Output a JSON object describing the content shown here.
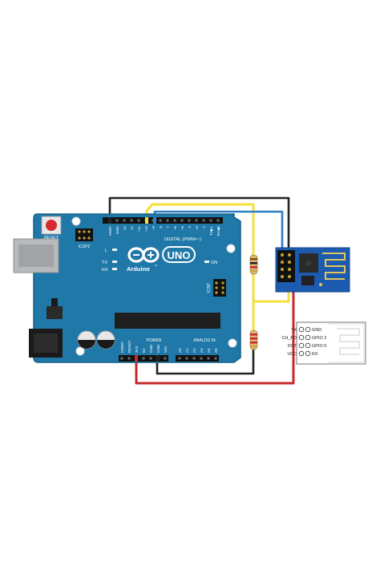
{
  "board": {
    "reset_label": "RESET",
    "icsp2_label": "ICSP2",
    "icsp_label": "ICSP",
    "brand": "Arduino",
    "brand_tm": "™",
    "model": "UNO",
    "on_label": "ON",
    "l_label": "L",
    "tx_label": "TX",
    "rx_label": "RX",
    "digital_label": "DIGITAL (PWM=~)",
    "power_label": "POWER",
    "analog_label": "ANALOG IN",
    "top_pins": [
      "AREF",
      "GND",
      "13",
      "12",
      "~11",
      "~10",
      "~9",
      "8",
      "7",
      "~6",
      "~5",
      "4",
      "~3",
      "2",
      "TX▶1",
      "RX◀0"
    ],
    "power_pins": [
      "IOREF",
      "RESET",
      "3V3",
      "5V",
      "GND",
      "GND",
      "VIN"
    ],
    "analog_pins": [
      "A0",
      "A1",
      "A2",
      "A3",
      "A4",
      "A5"
    ]
  },
  "pinout": {
    "left_labels": [
      "TX",
      "CH_PD",
      "RST",
      "VCC"
    ],
    "right_labels": [
      "GND",
      "GPIO 2",
      "GPIO 0",
      "RX"
    ]
  },
  "colors": {
    "board": "#1f78a8",
    "board_dark": "#176185",
    "esp_board": "#1c5bb0",
    "wire_black": "#222222",
    "wire_yellow": "#f3e03a",
    "wire_blue": "#2f7fc6",
    "wire_red": "#c8282c"
  }
}
